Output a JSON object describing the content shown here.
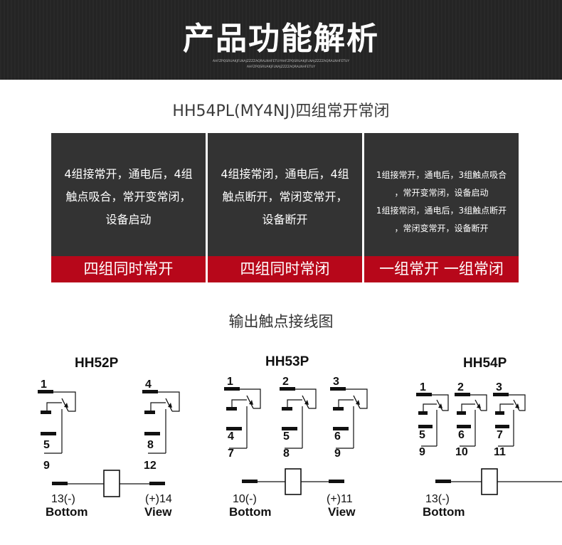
{
  "header": {
    "title": "产品功能解析",
    "sub1": "AHFZPQSRUAKJFLNAJZZZZAQRALNHFETUYAHFZPQSRUAKJFLNAJZZZZAQRALNHFETUY",
    "sub2": "AHFZPQSRUAKJFLNAJZZZZAQRALNHFETUY"
  },
  "model_title": "HH54PL(MY4NJ)四组常开常闭",
  "cards": [
    {
      "lines": [
        "4组接常开，通电后，4组",
        "触点吸合，常开变常闭，",
        "设备启动"
      ],
      "footer": "四组同时常开"
    },
    {
      "lines": [
        "4组接常闭，通电后，4组",
        "触点断开，常闭变常开，",
        "设备断开"
      ],
      "footer": "四组同时常闭"
    },
    {
      "lines": [
        "1组接常开，通电后，3组触点吸合",
        "，常开变常闭，设备启动",
        "1组接常闭，通电后，3组触点断开",
        "，常闭变常开，设备断开"
      ],
      "footer": "一组常开 一组常闭"
    }
  ],
  "wiring_title": "输出触点接线图",
  "diagrams": [
    {
      "name": "HH52P",
      "groups": [
        {
          "top": "1",
          "no": "5",
          "nc": "9"
        },
        {
          "top": "4",
          "no": "8",
          "nc": "12"
        }
      ],
      "coil_left": "13(-)",
      "coil_right": "(+)14",
      "bottom_left": "Bottom",
      "bottom_right": "View"
    },
    {
      "name": "HH53P",
      "groups": [
        {
          "top": "1",
          "no": "4",
          "nc": "7"
        },
        {
          "top": "2",
          "no": "5",
          "nc": "8"
        },
        {
          "top": "3",
          "no": "6",
          "nc": "9"
        }
      ],
      "coil_left": "10(-)",
      "coil_right": "(+)11",
      "bottom_left": "Bottom",
      "bottom_right": "View"
    },
    {
      "name": "HH54P",
      "groups": [
        {
          "top": "1",
          "no": "5",
          "nc": "9"
        },
        {
          "top": "2",
          "no": "6",
          "nc": "10"
        },
        {
          "top": "3",
          "no": "7",
          "nc": "11"
        }
      ],
      "coil_left": "13(-)",
      "bottom_left": "Bottom"
    }
  ]
}
